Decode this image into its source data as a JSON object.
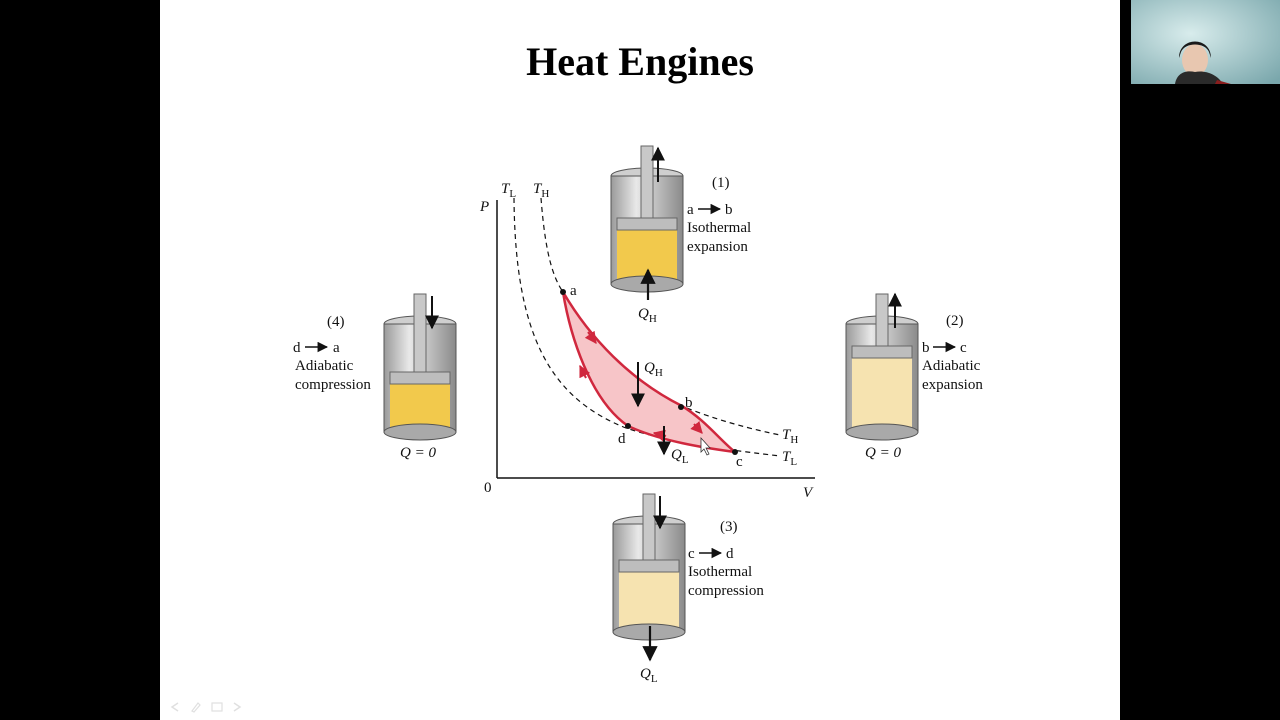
{
  "slide": {
    "title": "Heat Engines"
  },
  "graph": {
    "y_axis_label": "P",
    "x_axis_label": "V",
    "origin_label": "0",
    "isotherm_top_labels": [
      {
        "main": "T",
        "sub": "L"
      },
      {
        "main": "T",
        "sub": "H"
      }
    ],
    "isotherm_right_labels": [
      {
        "main": "T",
        "sub": "H"
      },
      {
        "main": "T",
        "sub": "L"
      }
    ],
    "points": [
      "a",
      "b",
      "c",
      "d"
    ],
    "heat_in": {
      "main": "Q",
      "sub": "H"
    },
    "heat_out": {
      "main": "Q",
      "sub": "L"
    },
    "colors": {
      "cycle_stroke": "#d0283e",
      "cycle_fill": "#f7c5c8"
    }
  },
  "steps": [
    {
      "number": "(1)",
      "from": "a",
      "to": "b",
      "line1": "Isothermal",
      "line2": "expansion",
      "heat": {
        "main": "Q",
        "sub": "H"
      },
      "gas_color": "#f2c94c"
    },
    {
      "number": "(2)",
      "from": "b",
      "to": "c",
      "line1": "Adiabatic",
      "line2": "expansion",
      "heat_text": "Q = 0",
      "gas_color": "#f6e3b0"
    },
    {
      "number": "(3)",
      "from": "c",
      "to": "d",
      "line1": "Isothermal",
      "line2": "compression",
      "heat": {
        "main": "Q",
        "sub": "L"
      },
      "gas_color": "#f6e3b0"
    },
    {
      "number": "(4)",
      "from": "d",
      "to": "a",
      "line1": "Adiabatic",
      "line2": "compression",
      "heat_text": "Q = 0",
      "gas_color": "#f2c94c"
    }
  ]
}
